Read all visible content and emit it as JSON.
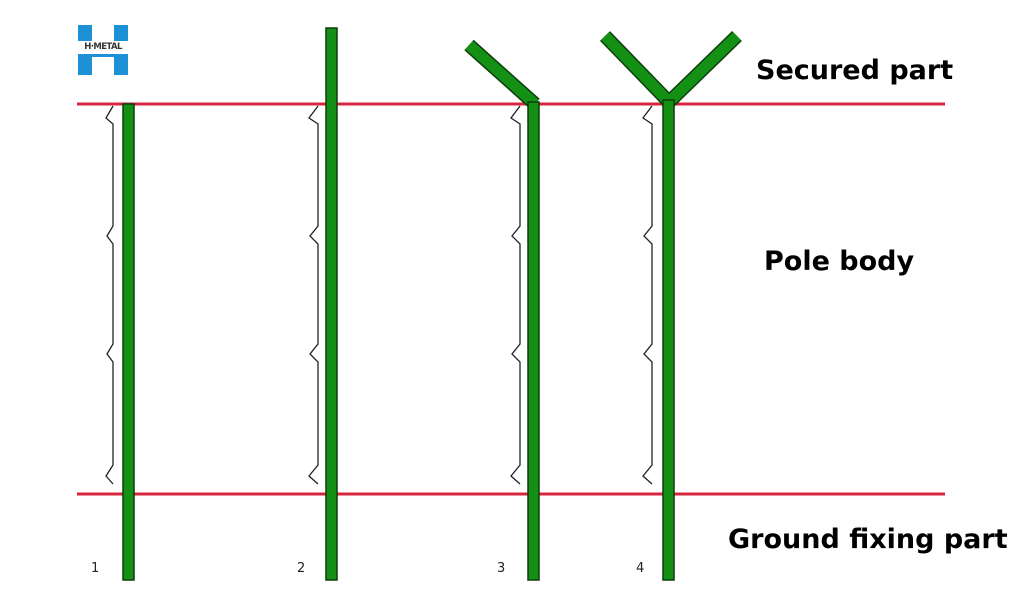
{
  "logo": {
    "text": "H·METAL",
    "color": "#1e90d6"
  },
  "zones": {
    "secured": "Secured part",
    "body": "Pole body",
    "ground": "Ground fixing part"
  },
  "poles": [
    {
      "number": "1",
      "top": "straight"
    },
    {
      "number": "2",
      "top": "extended-straight"
    },
    {
      "number": "3",
      "top": "single-arm"
    },
    {
      "number": "4",
      "top": "y-arm"
    }
  ],
  "colors": {
    "pole": "#149114",
    "pole_outline": "#0b3d0b",
    "divider": "#d7263d",
    "brace": "#222222"
  }
}
